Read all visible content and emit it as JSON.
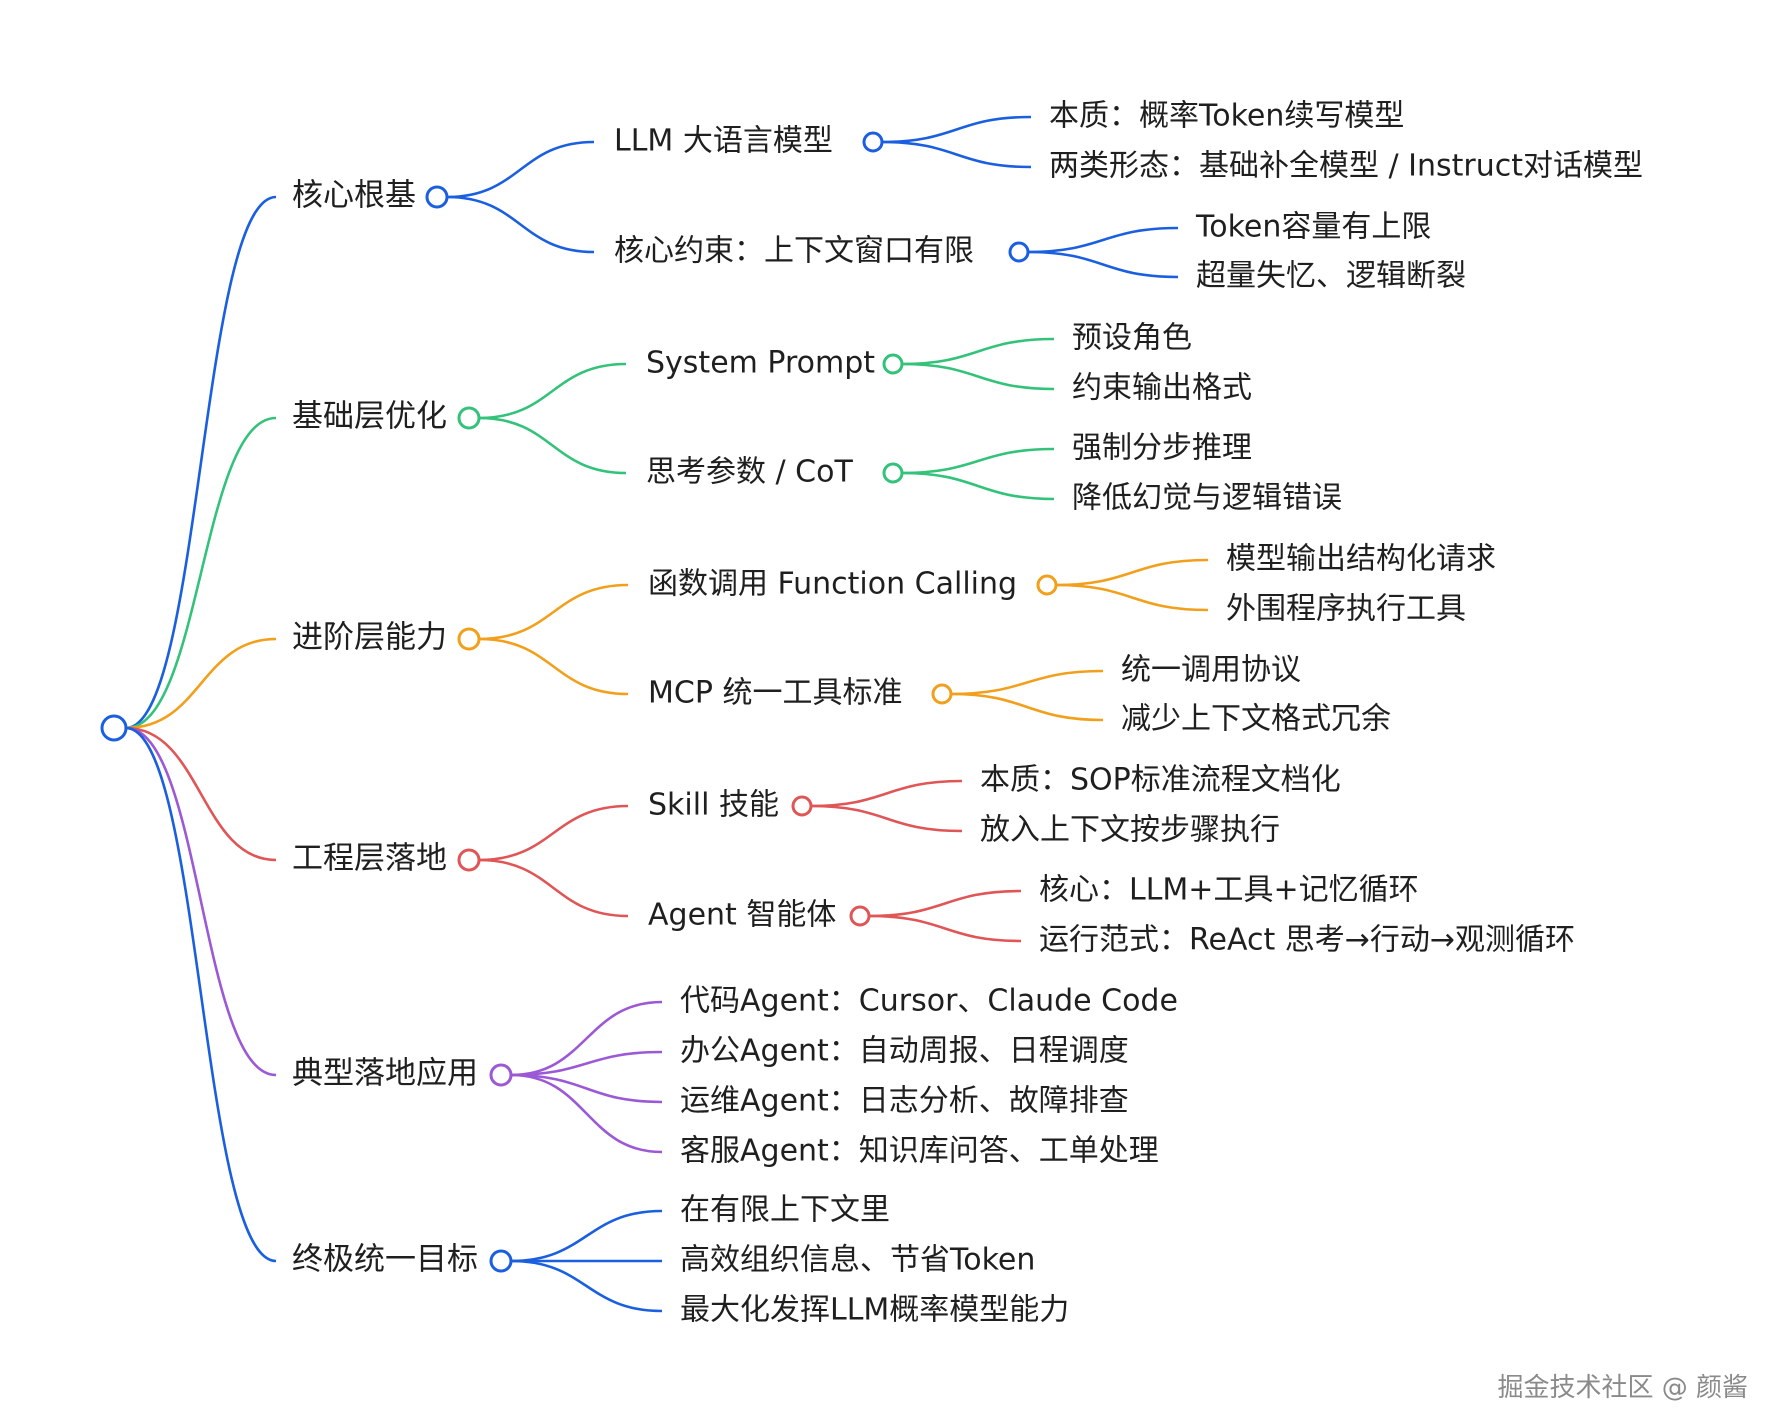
{
  "colors": {
    "blue": "#1a5fe0",
    "green": "#33c27a",
    "orange": "#f2a01c",
    "red": "#e05555",
    "purple": "#9b59d6"
  },
  "watermark": "掘金技术社区 @ 颜酱",
  "branches": [
    {
      "label": "核心根基",
      "color": "blue",
      "children": [
        {
          "label": "LLM 大语言模型",
          "children": [
            "本质：概率Token续写模型",
            "两类形态：基础补全模型 / Instruct对话模型"
          ]
        },
        {
          "label": "核心约束：上下文窗口有限",
          "children": [
            "Token容量有上限",
            "超量失忆、逻辑断裂"
          ]
        }
      ]
    },
    {
      "label": "基础层优化",
      "color": "green",
      "children": [
        {
          "label": "System Prompt",
          "children": [
            "预设角色",
            "约束输出格式"
          ]
        },
        {
          "label": "思考参数 / CoT",
          "children": [
            "强制分步推理",
            "降低幻觉与逻辑错误"
          ]
        }
      ]
    },
    {
      "label": "进阶层能力",
      "color": "orange",
      "children": [
        {
          "label": "函数调用 Function Calling",
          "children": [
            "模型输出结构化请求",
            "外围程序执行工具"
          ]
        },
        {
          "label": "MCP 统一工具标准",
          "children": [
            "统一调用协议",
            "减少上下文格式冗余"
          ]
        }
      ]
    },
    {
      "label": "工程层落地",
      "color": "red",
      "children": [
        {
          "label": "Skill 技能",
          "children": [
            "本质：SOP标准流程文档化",
            "放入上下文按步骤执行"
          ]
        },
        {
          "label": "Agent 智能体",
          "children": [
            "核心：LLM+工具+记忆循环",
            "运行范式：ReAct 思考→行动→观测循环"
          ]
        }
      ]
    },
    {
      "label": "典型落地应用",
      "color": "purple",
      "children": [
        {
          "label": "代码Agent：Cursor、Claude Code"
        },
        {
          "label": "办公Agent：自动周报、日程调度"
        },
        {
          "label": "运维Agent：日志分析、故障排查"
        },
        {
          "label": "客服Agent：知识库问答、工单处理"
        }
      ]
    },
    {
      "label": "终极统一目标",
      "color": "blue",
      "children": [
        {
          "label": "在有限上下文里"
        },
        {
          "label": "高效组织信息、节省Token"
        },
        {
          "label": "最大化发挥LLM概率模型能力"
        }
      ]
    }
  ]
}
